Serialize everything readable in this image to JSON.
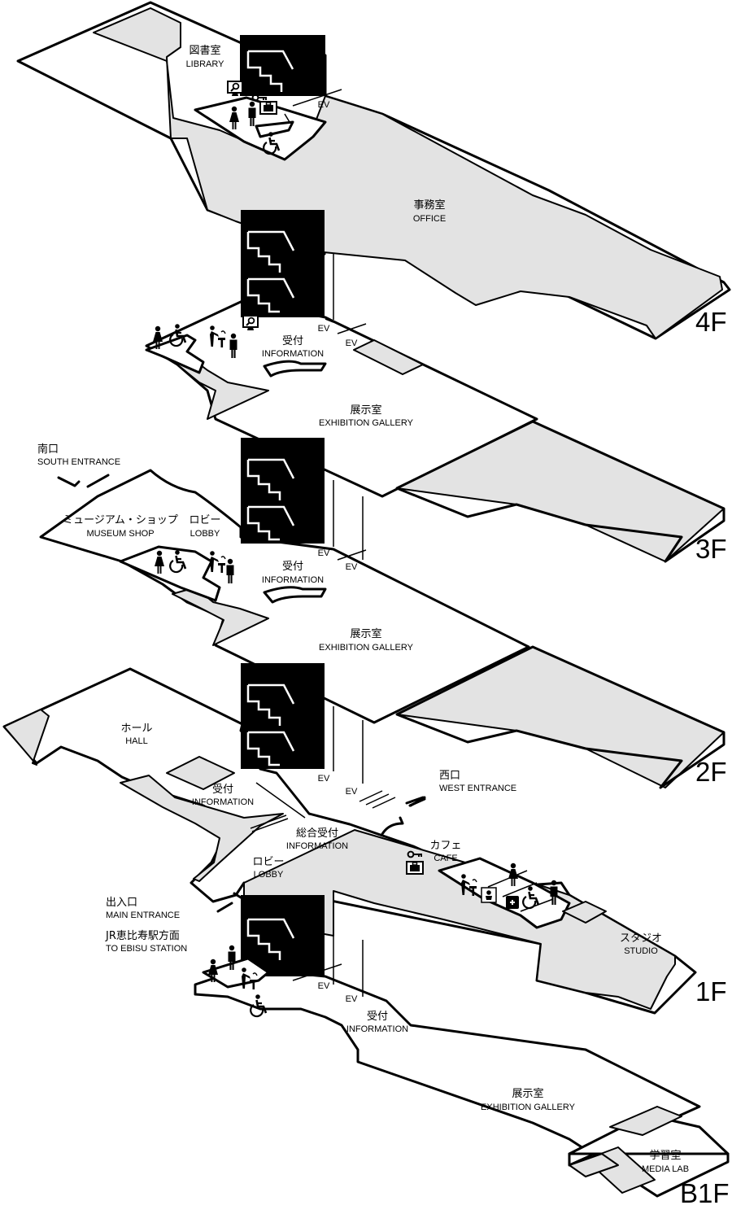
{
  "floors": [
    {
      "id": "4F",
      "label": "4F"
    },
    {
      "id": "3F",
      "label": "3F"
    },
    {
      "id": "2F",
      "label": "2F"
    },
    {
      "id": "1F",
      "label": "1F"
    },
    {
      "id": "B1F",
      "label": "B1F"
    }
  ],
  "rooms": {
    "f4_library": {
      "ja": "図書室",
      "en": "LIBRARY"
    },
    "f4_ev": {
      "en": "EV"
    },
    "f4_office": {
      "ja": "事務室",
      "en": "OFFICE"
    },
    "f3_ev1": {
      "en": "EV"
    },
    "f3_ev2": {
      "en": "EV"
    },
    "f3_info": {
      "ja": "受付",
      "en": "INFORMATION"
    },
    "f3_gallery": {
      "ja": "展示室",
      "en": "EXHIBITION GALLERY"
    },
    "f2_south": {
      "ja": "南口",
      "en": "SOUTH ENTRANCE"
    },
    "f2_shop": {
      "ja": "ミュージアム・ショップ",
      "en": "MUSEUM SHOP"
    },
    "f2_lobby": {
      "ja": "ロビー",
      "en": "LOBBY"
    },
    "f2_ev1": {
      "en": "EV"
    },
    "f2_ev2": {
      "en": "EV"
    },
    "f2_info": {
      "ja": "受付",
      "en": "INFORMATION"
    },
    "f2_gallery": {
      "ja": "展示室",
      "en": "EXHIBITION GALLERY"
    },
    "f1_hall": {
      "ja": "ホール",
      "en": "HALL"
    },
    "f1_ev1": {
      "en": "EV"
    },
    "f1_ev2": {
      "en": "EV"
    },
    "f1_west": {
      "ja": "西口",
      "en": "WEST ENTRANCE"
    },
    "f1_hall_info": {
      "ja": "受付",
      "en": "INFORMATION"
    },
    "f1_main_info": {
      "ja": "総合受付",
      "en": "INFORMATION"
    },
    "f1_cafe": {
      "ja": "カフェ",
      "en": "CAFE"
    },
    "f1_lobby": {
      "ja": "ロビー",
      "en": "LOBBY"
    },
    "f1_main_entrance": {
      "ja": "出入口",
      "en": "MAIN ENTRANCE"
    },
    "f1_station": {
      "ja": "JR恵比寿駅方面",
      "en": "TO EBISU STATION"
    },
    "f1_studio": {
      "ja": "スタジオ",
      "en": "STUDIO"
    },
    "b1_ev1": {
      "en": "EV"
    },
    "b1_ev2": {
      "en": "EV"
    },
    "b1_info": {
      "ja": "受付",
      "en": "INFORMATION"
    },
    "b1_gallery": {
      "ja": "展示室",
      "en": "EXHIBITION GALLERY"
    },
    "b1_medialab": {
      "ja": "学習室",
      "en": "MEDIA LAB"
    }
  },
  "icons": [
    "restroom-female-icon",
    "restroom-male-icon",
    "wheelchair-icon",
    "water-fountain-icon",
    "search-terminal-icon",
    "locker-icon",
    "baby-changing-icon",
    "first-aid-icon"
  ],
  "colors": {
    "line": "#000000",
    "room_fill": "#e3e3e3",
    "background": "#ffffff"
  }
}
